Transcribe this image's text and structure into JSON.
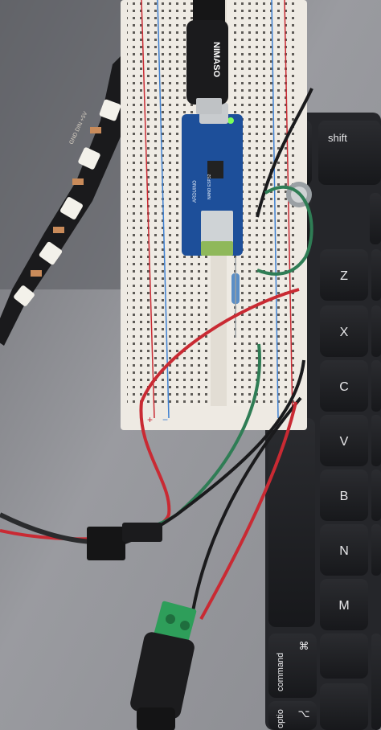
{
  "photo": {
    "keyboard_keys": [
      {
        "id": "shift",
        "label": "shift"
      },
      {
        "id": "z",
        "label": "Z"
      },
      {
        "id": "x",
        "label": "X"
      },
      {
        "id": "c",
        "label": "C"
      },
      {
        "id": "v",
        "label": "V"
      },
      {
        "id": "b",
        "label": "B"
      },
      {
        "id": "n",
        "label": "N"
      },
      {
        "id": "m",
        "label": "M"
      },
      {
        "id": "cmd-symbol",
        "label": "⌘"
      },
      {
        "id": "command",
        "label": "command"
      },
      {
        "id": "opt-symbol",
        "label": "⌥"
      },
      {
        "id": "option",
        "label": "optio"
      }
    ],
    "usb_plug_brand": "NIMASO",
    "board_silkscreen": "ARDUINO",
    "board_model": "NANO ESP32",
    "breadboard_rail_plus": "+",
    "breadboard_rail_minus": "−",
    "led_strip_pad_label": "GND DIN +5V"
  },
  "colors": {
    "laptop": "#8c8d92",
    "keyboard_well": "#2a2b2f",
    "keycap": "#1f2024",
    "breadboard": "#eeeae3",
    "board": "#1d4f9a",
    "wire_red": "#c92a33",
    "wire_black": "#1a1a1c",
    "wire_green": "#2f7d55",
    "terminal_green": "#2e9e5a"
  }
}
